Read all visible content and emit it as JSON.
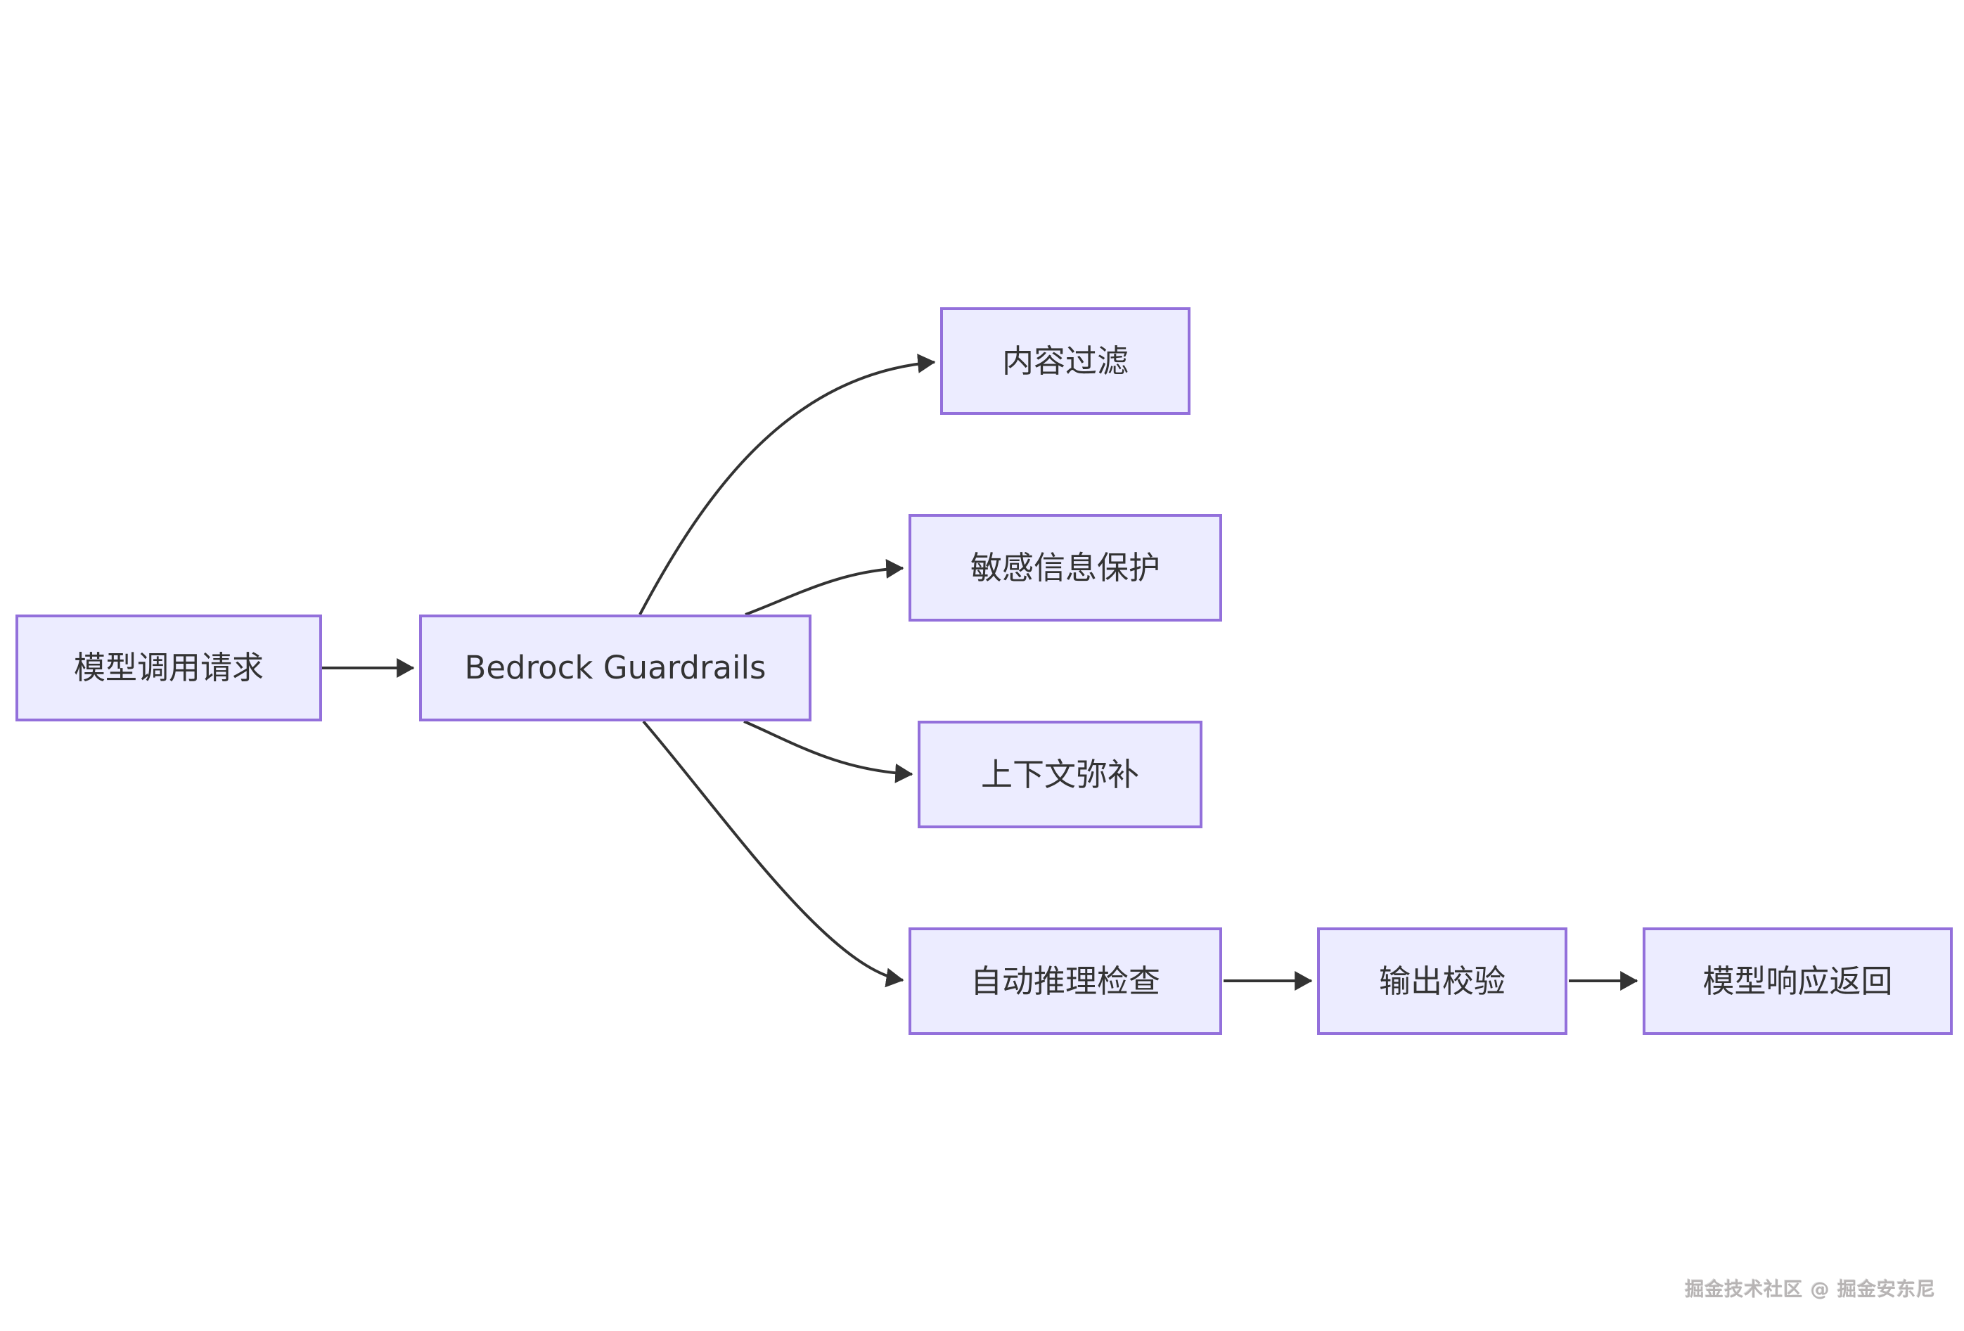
{
  "diagram": {
    "type": "flowchart",
    "direction": "left-to-right",
    "nodes": {
      "request": {
        "label": "模型调用请求"
      },
      "guardrails": {
        "label": "Bedrock Guardrails"
      },
      "content_filter": {
        "label": "内容过滤"
      },
      "sensitive_info": {
        "label": "敏感信息保护"
      },
      "context_grounding": {
        "label": "上下文弥补"
      },
      "automated_reasoning": {
        "label": "自动推理检查"
      },
      "output_validation": {
        "label": "输出校验"
      },
      "model_response": {
        "label": "模型响应返回"
      }
    },
    "edges": [
      {
        "from": "模型调用请求",
        "to": "Bedrock Guardrails"
      },
      {
        "from": "Bedrock Guardrails",
        "to": "内容过滤"
      },
      {
        "from": "Bedrock Guardrails",
        "to": "敏感信息保护"
      },
      {
        "from": "Bedrock Guardrails",
        "to": "上下文弥补"
      },
      {
        "from": "Bedrock Guardrails",
        "to": "自动推理检查"
      },
      {
        "from": "自动推理检查",
        "to": "输出校验"
      },
      {
        "from": "输出校验",
        "to": "模型响应返回"
      }
    ],
    "colors": {
      "node_fill": "#ECECFF",
      "node_border": "#9370DB",
      "node_text": "#333333",
      "edge_stroke": "#333333",
      "background": "#FFFFFF"
    }
  },
  "watermark": {
    "text": "掘金技术社区 @ 掘金安东尼"
  }
}
